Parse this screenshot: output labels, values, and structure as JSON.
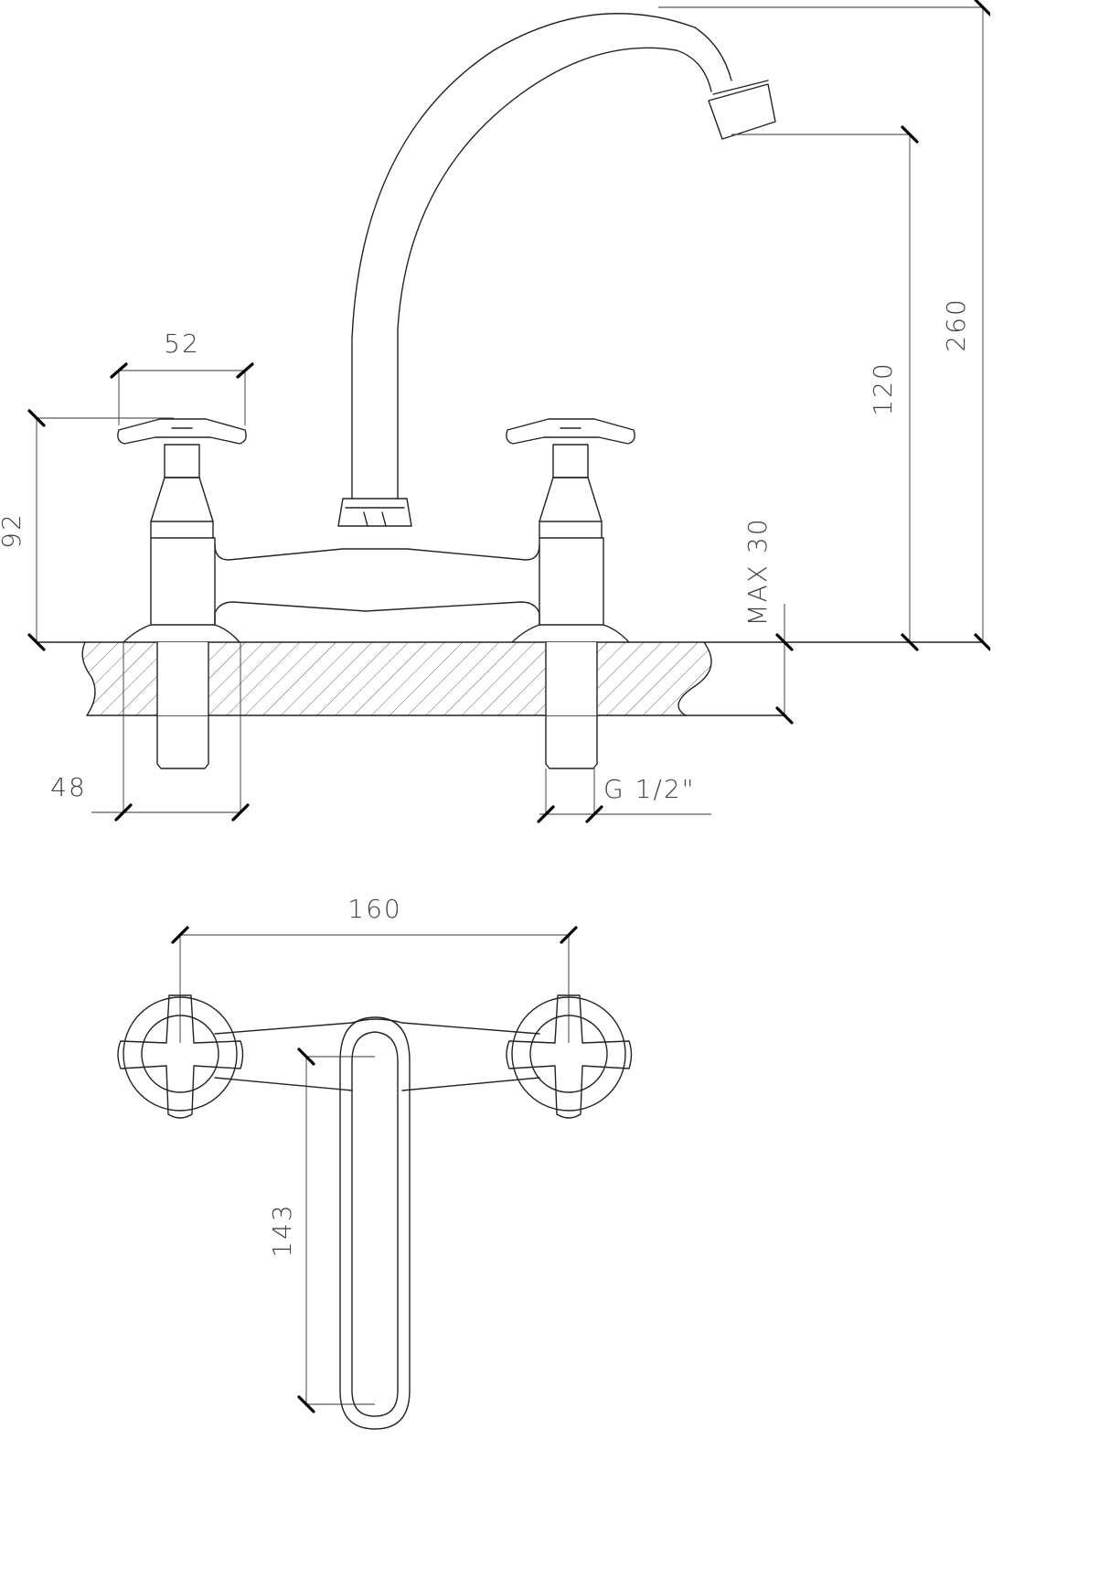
{
  "side_view": {
    "dimensions": {
      "handle_width": "52",
      "base_height": "92",
      "spout_outlet_height": "120",
      "total_height": "260",
      "max_thickness": "MAX 30",
      "shank_width": "48",
      "thread_size": "G 1/2\""
    }
  },
  "top_view": {
    "dimensions": {
      "centre_distance": "160",
      "spout_reach": "143"
    }
  },
  "colors": {
    "line": "#222222",
    "background": "#ffffff"
  }
}
